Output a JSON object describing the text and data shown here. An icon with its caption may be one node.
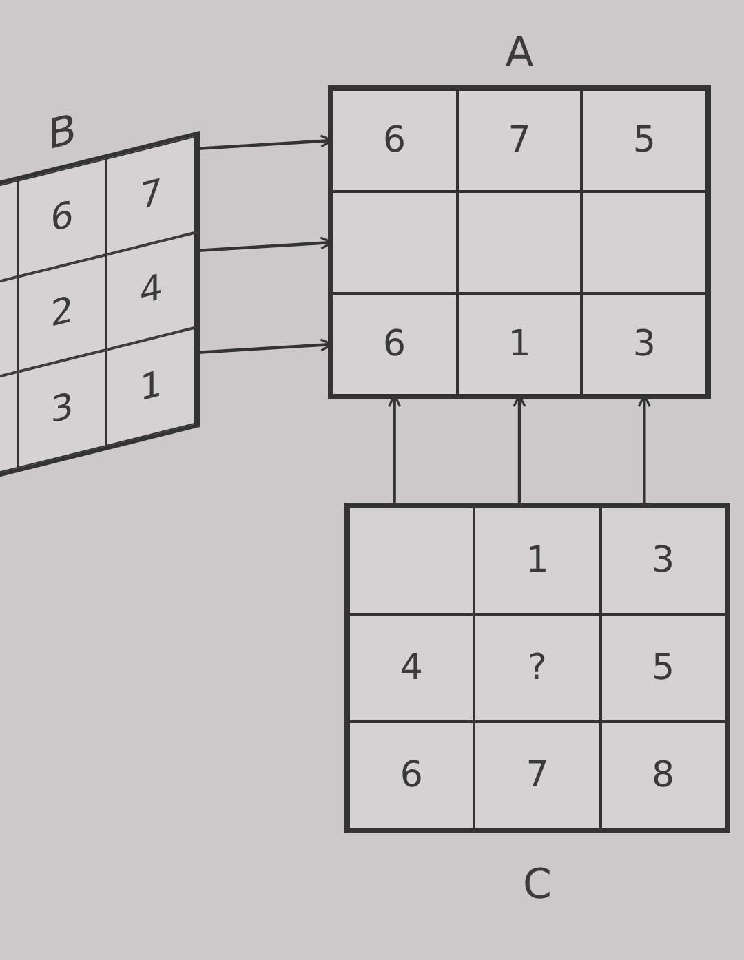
{
  "diagram": {
    "nodes": [
      {
        "text": [
          "A"
        ]
      },
      {
        "text": [
          "6"
        ],
        "in": 0
      },
      {
        "text": [
          "7"
        ],
        "in": 0
      },
      {
        "text": [
          "5"
        ],
        "in": 0
      },
      {
        "text": [],
        "shape": "box",
        "in": 0
      },
      {
        "text": [],
        "shape": "box",
        "in": 0
      },
      {
        "text": [],
        "shape": "box",
        "in": 0
      },
      {
        "text": [
          "6"
        ],
        "in": 0
      },
      {
        "text": [
          "1"
        ],
        "in": 0
      },
      {
        "text": [
          "3"
        ],
        "in": 0
      },
      {
        "text": [
          "B"
        ]
      },
      {
        "text": [],
        "shape": "box",
        "in": 10
      },
      {
        "text": [
          "6"
        ],
        "in": 10
      },
      {
        "text": [
          "7"
        ],
        "in": 10
      },
      {
        "text": [],
        "shape": "box",
        "in": 10
      },
      {
        "text": [
          "2"
        ],
        "in": 10
      },
      {
        "text": [
          "4"
        ],
        "in": 10
      },
      {
        "text": [],
        "shape": "box",
        "in": 10
      },
      {
        "text": [
          "3"
        ],
        "in": 10
      },
      {
        "text": [
          "1"
        ],
        "in": 10
      },
      {
        "text": [
          "C"
        ]
      },
      {
        "text": [],
        "shape": "box",
        "in": 20
      },
      {
        "text": [
          "1"
        ],
        "in": 20
      },
      {
        "text": [
          "3"
        ],
        "in": 20
      },
      {
        "text": [
          "4"
        ],
        "in": 20
      },
      {
        "text": [
          "?"
        ],
        "in": 20
      },
      {
        "text": [
          "5"
        ],
        "in": 20
      },
      {
        "text": [
          "6"
        ],
        "in": 20
      },
      {
        "text": [
          "7"
        ],
        "in": 20
      },
      {
        "text": [
          "8"
        ],
        "in": 20
      }
    ],
    "edges": [
      {
        "from": 13,
        "to": 1,
        "arrow": "to"
      },
      {
        "from": 16,
        "to": 4,
        "arrow": "to"
      },
      {
        "from": 19,
        "to": 7,
        "arrow": "to"
      },
      {
        "from": 21,
        "to": 7,
        "arrow": "to"
      },
      {
        "from": 22,
        "to": 8,
        "arrow": "to"
      },
      {
        "from": 23,
        "to": 9,
        "arrow": "to"
      }
    ]
  }
}
